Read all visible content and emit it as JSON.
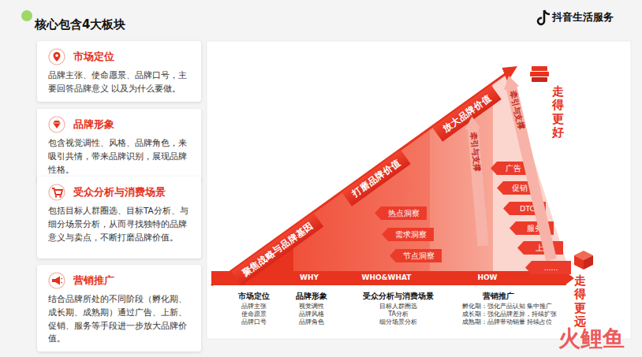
{
  "diagram": {
    "title": "核心包含4大板块",
    "nodes": [
      {
        "text": [
          "市场定位",
          "品牌主张、使命愿景、品牌口号，主要回答品牌意义 以及为什么要做。"
        ]
      },
      {
        "text": [
          "品牌形象",
          "包含视觉调性、风格、品牌角色，来吸引共情，带来品牌识别，展现品牌性格。"
        ]
      },
      {
        "text": [
          "受众分析与消费场景",
          "包括目标人群圈选、目标TA分析、与细分场景分析，从而寻找独特的品牌意义与卖点，不断打磨品牌价值。"
        ]
      },
      {
        "text": [
          "营销推广",
          "结合品牌所处的不同阶段（孵化期、成长期、成熟期）通过广告、上新、促销、服务等手段进一步放大品牌价值。"
        ]
      },
      {
        "text": [
          "聚焦战略与品牌基因"
        ]
      },
      {
        "text": [
          "打磨品牌价值"
        ]
      },
      {
        "text": [
          "放大品牌价值"
        ]
      },
      {
        "text": [
          "热点洞察"
        ]
      },
      {
        "text": [
          "需求洞察"
        ]
      },
      {
        "text": [
          "节点洞察"
        ]
      },
      {
        "text": [
          "广告"
        ]
      },
      {
        "text": [
          "促销"
        ]
      },
      {
        "text": [
          "DTC"
        ]
      },
      {
        "text": [
          "服务"
        ]
      },
      {
        "text": [
          "上新"
        ]
      },
      {
        "text": [
          "......"
        ]
      },
      {
        "text": [
          "牵引与支撑"
        ]
      },
      {
        "text": [
          "牵引与支撑"
        ]
      }
    ],
    "labels": [
      "抖音生活服务",
      "WHY",
      "WHO&WHAT",
      "HOW",
      "市场定位",
      "品牌主张",
      "使命愿景",
      "品牌口号",
      "品牌形象",
      "视觉调性",
      "品牌风格",
      "品牌角色",
      "受众分析与消费场景",
      "目标人群圈选",
      "TA分析",
      "细分场景分析",
      "营销推广",
      "孵化期：强化产品认知 集中推广",
      "成长期：强化品牌差异，持续扩张",
      "成熟期：品牌带动销量 持续占位",
      "走得更好",
      "走得更远",
      "火鲤鱼"
    ]
  }
}
